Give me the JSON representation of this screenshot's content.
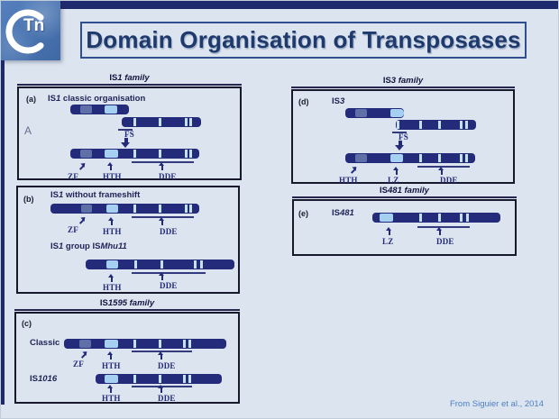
{
  "colors": {
    "slide_bg": "#dce4f0",
    "frame_navy": "#1e2a6e",
    "logo_blue": "#4b76b2",
    "title_navy": "#1e3a6d",
    "title_border": "#2f4f8f",
    "panel_border": "#18182c",
    "bar_navy": "#232b7a",
    "zf_slate": "#5f6fa8",
    "domain_light_blue": "#a6d0f2",
    "tick_light": "#c4e2ee",
    "label_navy": "#232a78",
    "side_label_gray": "#6b6e8f",
    "attribution_blue": "#4d80c4"
  },
  "logo": {
    "monogram": "Tn"
  },
  "header": {
    "title": "Domain Organisation of Transposases"
  },
  "attribution": "From Siguier et al., 2014",
  "domain_labels": {
    "fs": "FS",
    "zf": "ZF",
    "hth": "HTH",
    "dde": "DDE",
    "lz": "LZ"
  },
  "panels": {
    "a": {
      "family_parts": [
        "IS",
        "1 family"
      ],
      "tag": "(a)",
      "title_parts": [
        "IS",
        "1",
        " classic organisation"
      ],
      "side_label": "A"
    },
    "b": {
      "tag": "(b)",
      "title1_parts": [
        "IS",
        "1",
        " without frameshift"
      ],
      "title2_parts": [
        "IS",
        "1",
        " group IS",
        "Mhu11"
      ]
    },
    "c": {
      "family_parts": [
        "IS",
        "1595 family"
      ],
      "tag": "(c)",
      "row1_label": "Classic",
      "row2_parts": [
        "IS",
        "1016"
      ]
    },
    "d": {
      "family_parts": [
        "IS",
        "3 family"
      ],
      "tag": "(d)",
      "title_parts": [
        "IS",
        "3"
      ]
    },
    "e": {
      "family_parts": [
        "IS",
        "481 family"
      ],
      "tag": "(e)",
      "title_parts": [
        "IS",
        "481"
      ]
    }
  }
}
